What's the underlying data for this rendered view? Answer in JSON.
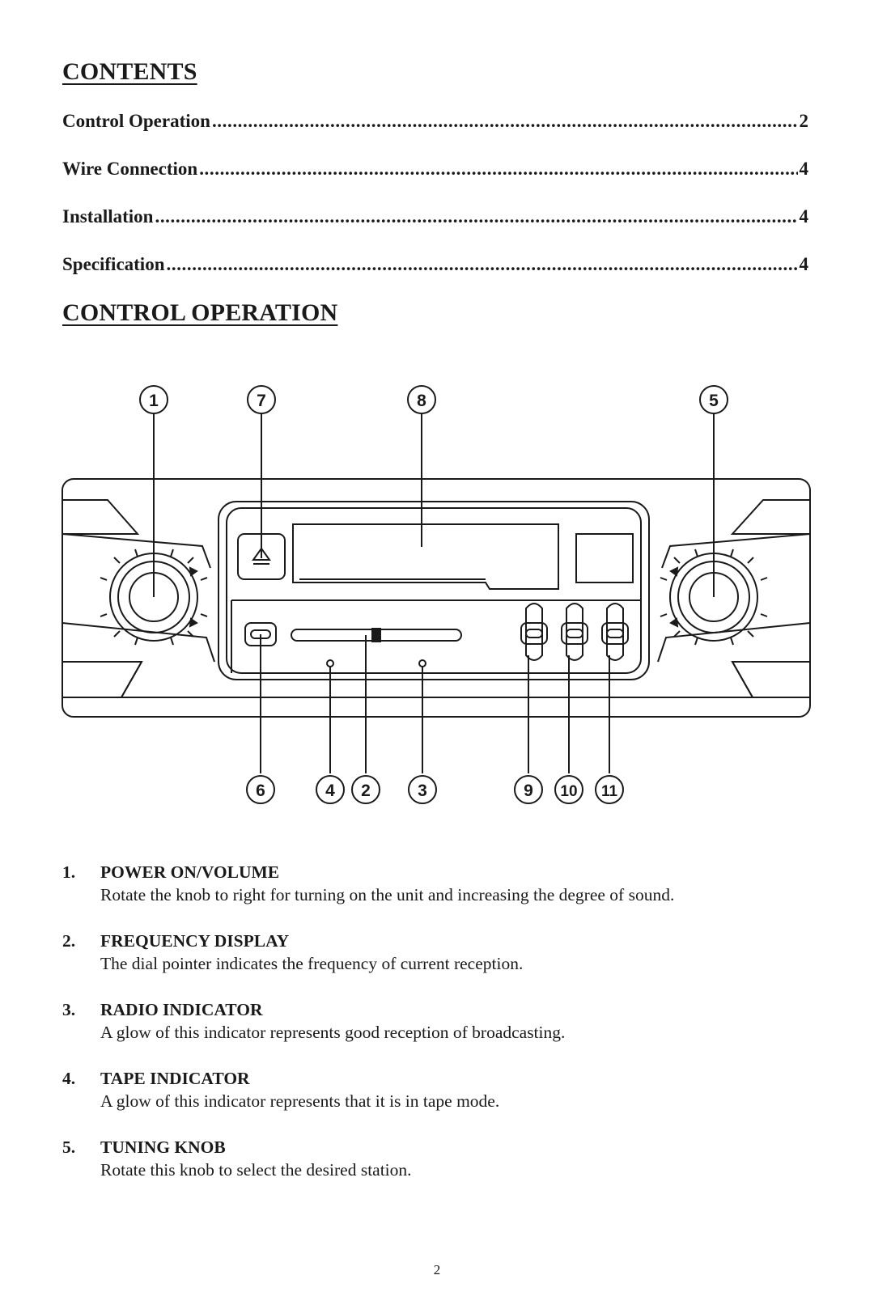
{
  "contents_heading": "CONTENTS",
  "toc": [
    {
      "label": "Control Operation",
      "page": "2"
    },
    {
      "label": "Wire Connection",
      "page": "4"
    },
    {
      "label": "Installation",
      "page": "4"
    },
    {
      "label": "Specification",
      "page": "4"
    }
  ],
  "control_heading": "CONTROL OPERATION",
  "callouts": {
    "top": [
      "1",
      "7",
      "8",
      "5"
    ],
    "bottom": [
      "6",
      "4",
      "2",
      "3",
      "9",
      "10",
      "11"
    ]
  },
  "items": [
    {
      "num": "1.",
      "title": "POWER ON/VOLUME",
      "desc": "Rotate the knob to right for turning on the unit and increasing the degree of sound."
    },
    {
      "num": "2.",
      "title": "FREQUENCY DISPLAY",
      "desc": "The dial pointer indicates the frequency of current reception."
    },
    {
      "num": "3.",
      "title": "RADIO INDICATOR",
      "desc": "A glow of this indicator represents good reception of broadcasting."
    },
    {
      "num": "4.",
      "title": "TAPE INDICATOR",
      "desc": "A glow of this indicator represents that it is in tape mode."
    },
    {
      "num": "5.",
      "title": "TUNING KNOB",
      "desc": "Rotate this knob to select the desired station."
    }
  ],
  "page_number": "2"
}
